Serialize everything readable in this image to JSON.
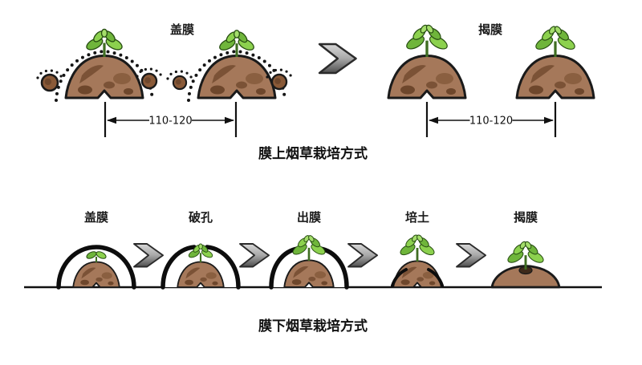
{
  "top_section": {
    "left_label": "盖膜",
    "right_label": "揭膜",
    "left_dimension": "110-120",
    "right_dimension": "110-120",
    "title": "膜上烟草栽培方式"
  },
  "bottom_section": {
    "stages": [
      {
        "label": "盖膜"
      },
      {
        "label": "破孔"
      },
      {
        "label": "出膜"
      },
      {
        "label": "培土"
      },
      {
        "label": "揭膜"
      }
    ],
    "title": "膜下烟草栽培方式"
  },
  "icons": {
    "flow_arrow": "right-chevron-arrow"
  },
  "colors": {
    "background": "#ffffff",
    "soil": "#A5785A",
    "soil_dark": "#6E472C",
    "leaf_green": "#6FB53B",
    "leaf_light": "#8CD14E",
    "film_black": "#0D0D0D",
    "arrow_gray": "#A8A8A8",
    "line_black": "#111111"
  }
}
